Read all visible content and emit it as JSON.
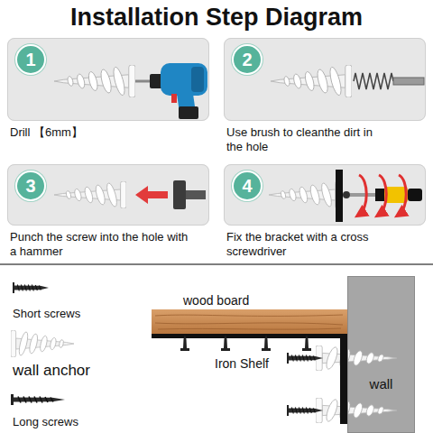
{
  "diagram": {
    "title": "Installation Step Diagram",
    "nodes": [
      {
        "text": [
          "Drill 【6mm】"
        ]
      },
      {
        "text": [
          "1"
        ],
        "in": 0
      },
      {
        "text": [
          "Use brush to cleanthe dirt in the hole"
        ]
      },
      {
        "text": [
          "2"
        ],
        "in": 2
      },
      {
        "text": [
          "Punch the screw into the hole with a hammer"
        ]
      },
      {
        "text": [
          "3"
        ],
        "in": 4
      },
      {
        "text": [
          "Fix the bracket with a cross screwdriver"
        ]
      },
      {
        "text": [
          "4"
        ],
        "in": 6
      },
      {
        "text": [
          "wall"
        ]
      }
    ],
    "labels": [
      "Short screws",
      "wall anchor",
      "Long screws",
      "wood board",
      "Iron Shelf"
    ]
  }
}
